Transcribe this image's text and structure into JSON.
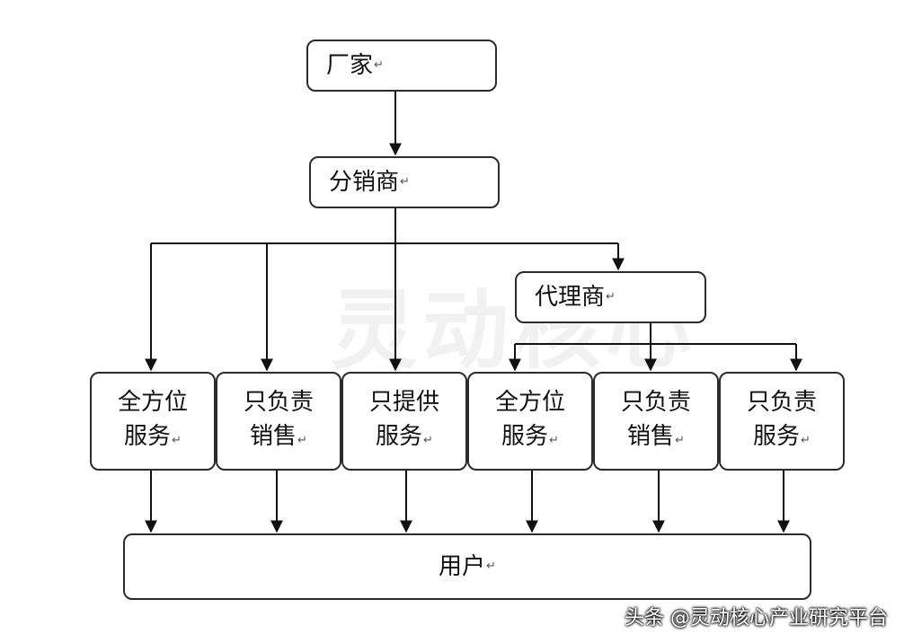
{
  "nodes": {
    "manufacturer": "厂家",
    "distributor": "分销商",
    "agent": "代理商",
    "user": "用户"
  },
  "branches": [
    {
      "line1": "全方位",
      "line2": "服务"
    },
    {
      "line1": "只负责",
      "line2": "销售"
    },
    {
      "line1": "只提供",
      "line2": "服务"
    },
    {
      "line1": "全方位",
      "line2": "服务"
    },
    {
      "line1": "只负责",
      "line2": "销售"
    },
    {
      "line1": "只负责",
      "line2": "服务"
    }
  ],
  "return_mark": "↵",
  "watermark": "灵动核心",
  "credit": "头条 @灵动核心产业研究平台"
}
